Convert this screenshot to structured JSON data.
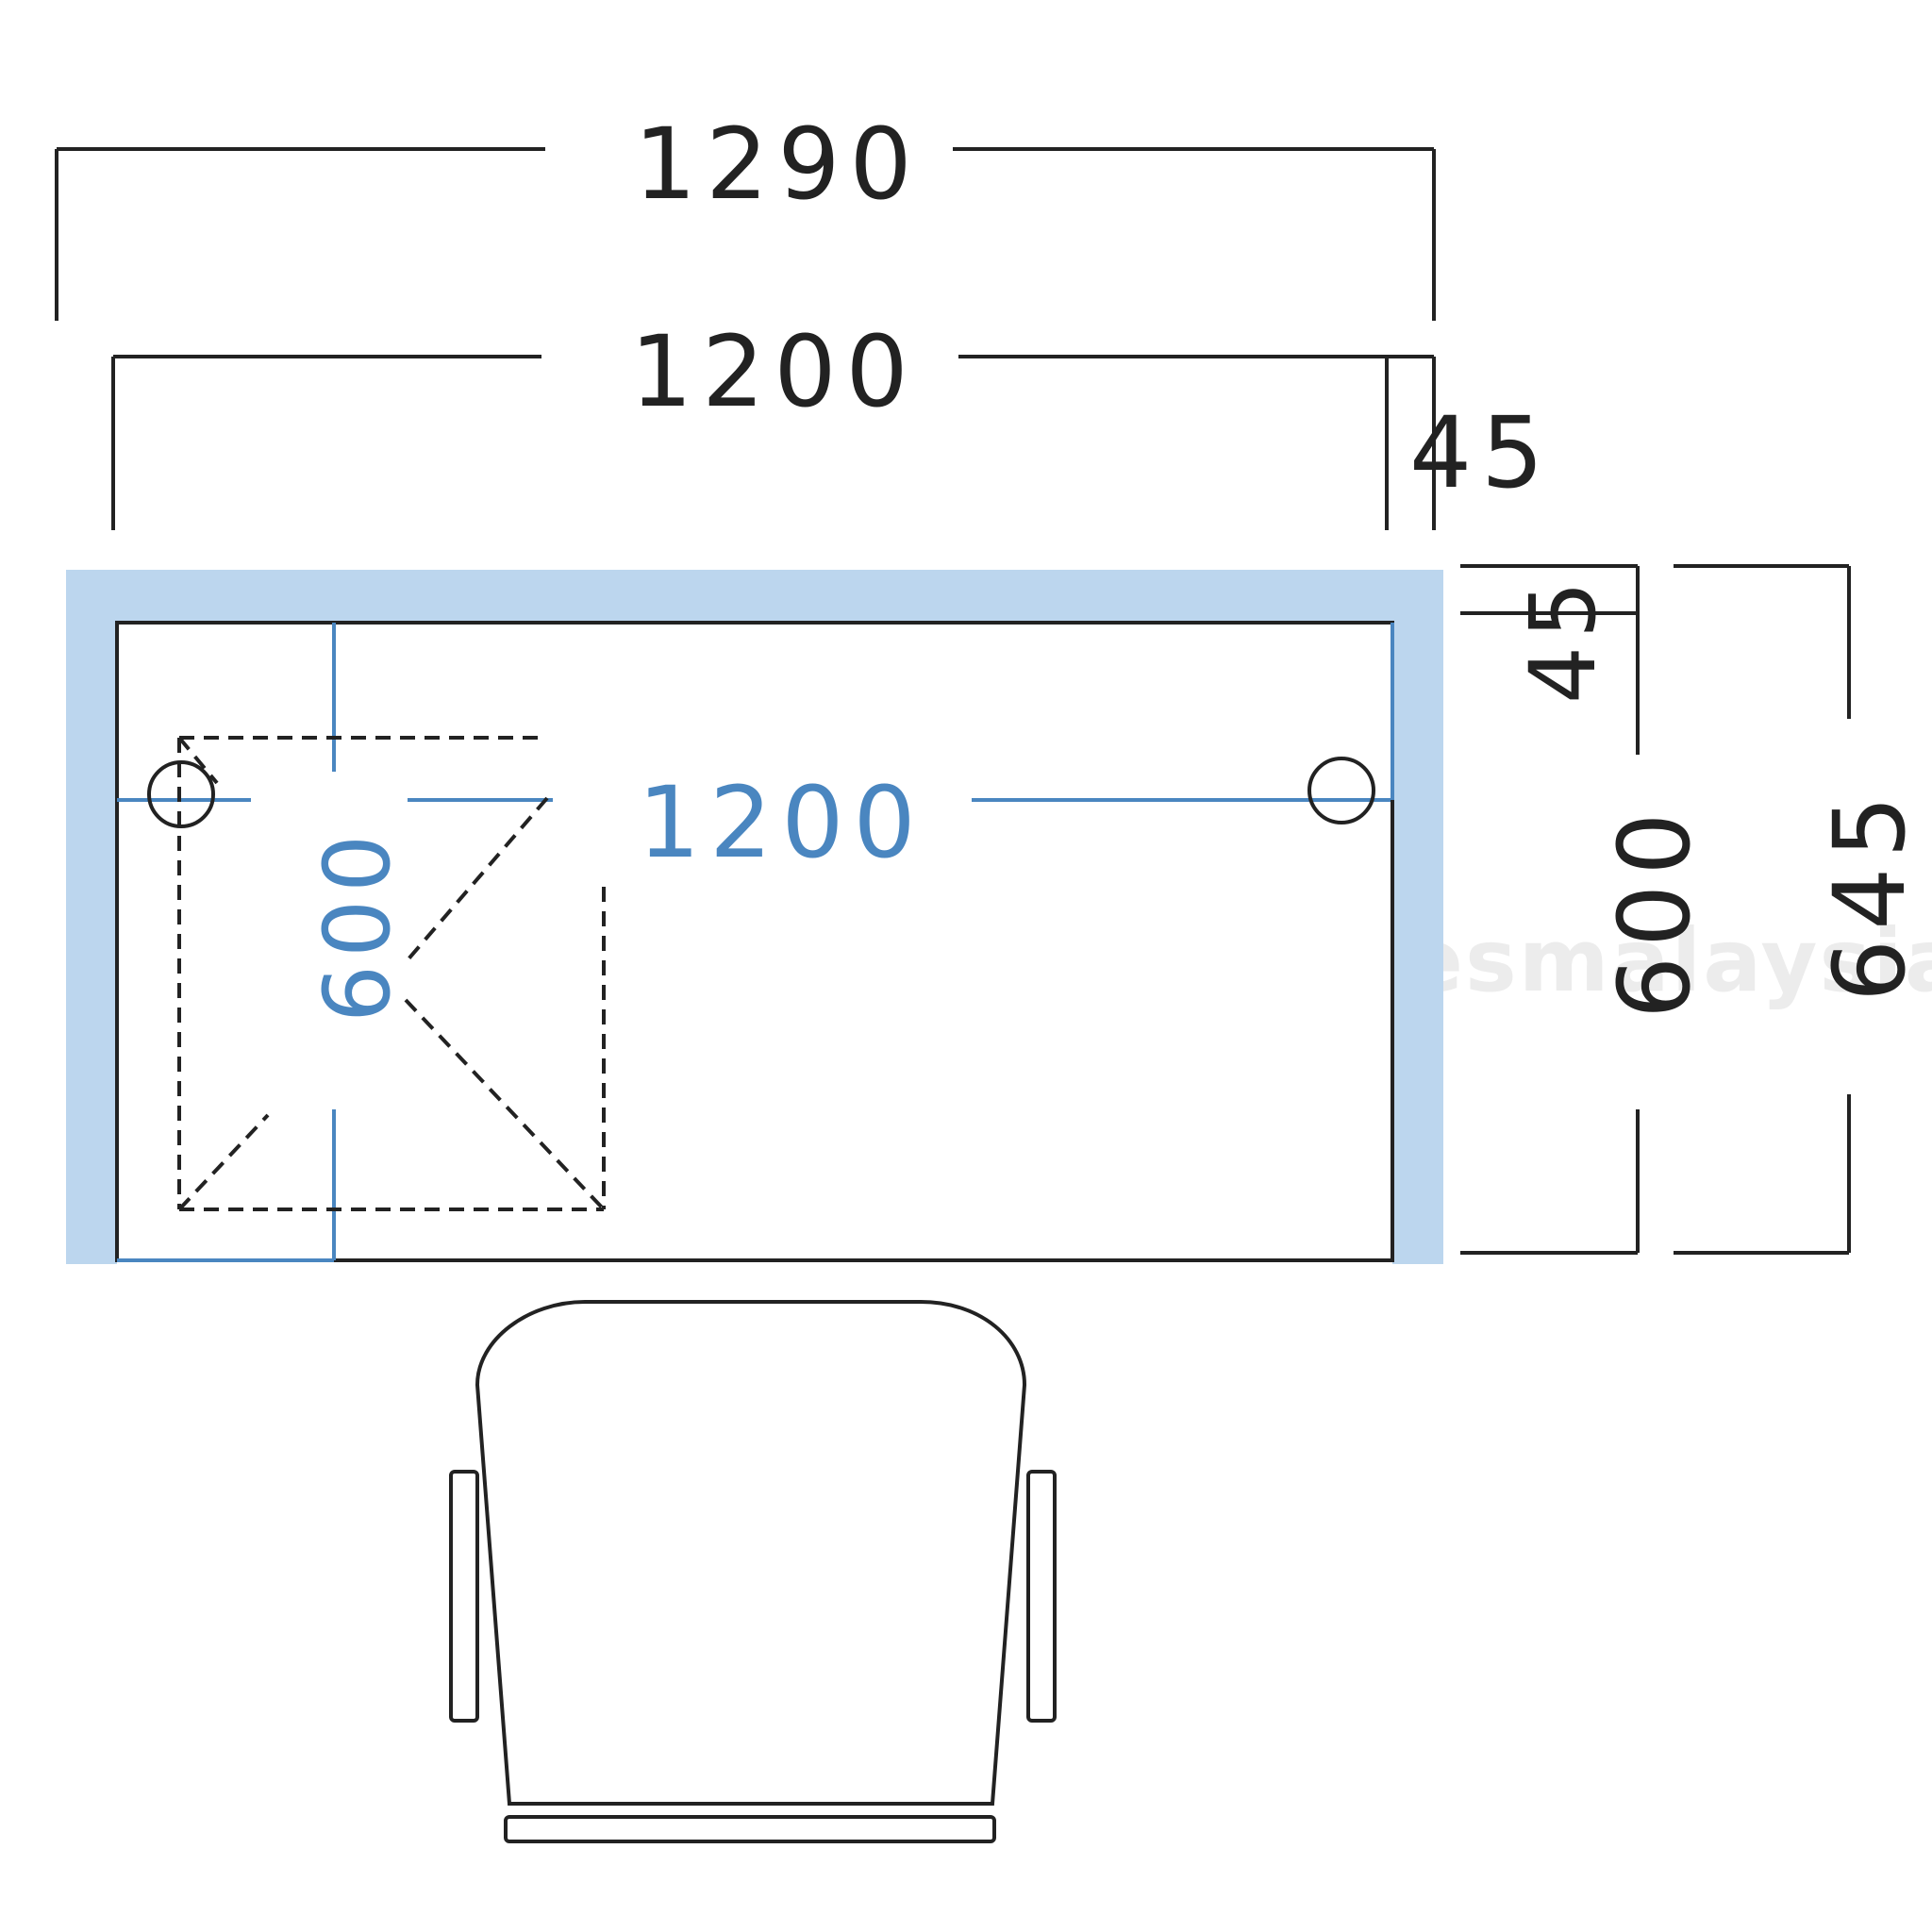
{
  "dimensions": {
    "overall_width": "1290",
    "top_width": "1200",
    "side_offset_top": "45",
    "side_offset_right": "45",
    "inner_depth": "600",
    "overall_depth": "645",
    "inner_width": "1200",
    "inner_depth_blue": "600"
  },
  "watermark": "https://www.officefurnituresmalaysia.com/",
  "colors": {
    "line": "#222222",
    "blue_frame": "#bcd6ee",
    "blue_text": "#4a86c0",
    "watermark": "#ececec"
  }
}
